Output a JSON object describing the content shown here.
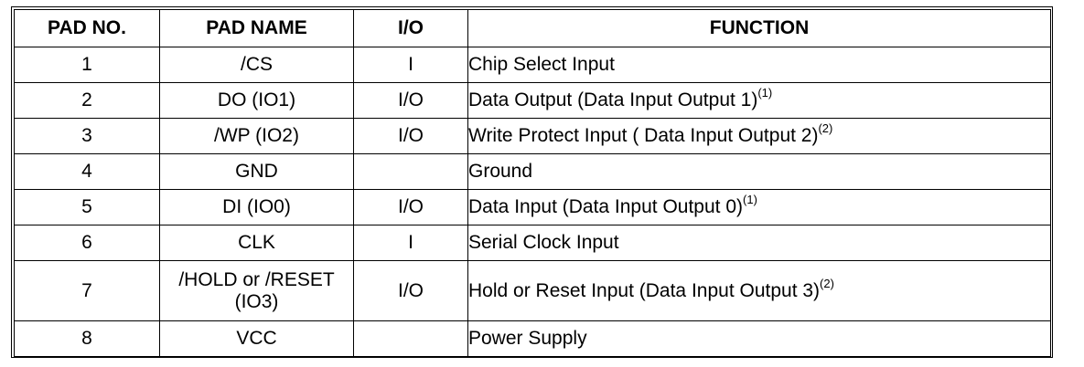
{
  "table": {
    "headers": [
      "PAD NO.",
      "PAD NAME",
      "I/O",
      "FUNCTION"
    ],
    "rows": [
      {
        "pad_no": "1",
        "pad_name": "/CS",
        "io": "I",
        "function": "Chip Select Input",
        "note": ""
      },
      {
        "pad_no": "2",
        "pad_name": "DO (IO1)",
        "io": "I/O",
        "function": "Data Output (Data Input Output 1)",
        "note": "(1)"
      },
      {
        "pad_no": "3",
        "pad_name": "/WP (IO2)",
        "io": "I/O",
        "function": "Write Protect Input ( Data Input Output 2)",
        "note": "(2)"
      },
      {
        "pad_no": "4",
        "pad_name": "GND",
        "io": "",
        "function": "Ground",
        "note": ""
      },
      {
        "pad_no": "5",
        "pad_name": "DI (IO0)",
        "io": "I/O",
        "function": "Data Input (Data Input Output 0)",
        "note": "(1)"
      },
      {
        "pad_no": "6",
        "pad_name": "CLK",
        "io": "I",
        "function": "Serial Clock Input",
        "note": ""
      },
      {
        "pad_no": "7",
        "pad_name_line1": "/HOLD or /RESET",
        "pad_name_line2": "(IO3)",
        "io": "I/O",
        "function": "Hold or Reset Input (Data Input Output 3)",
        "note": "(2)"
      },
      {
        "pad_no": "8",
        "pad_name": "VCC",
        "io": "",
        "function": "Power Supply",
        "note": ""
      }
    ]
  }
}
